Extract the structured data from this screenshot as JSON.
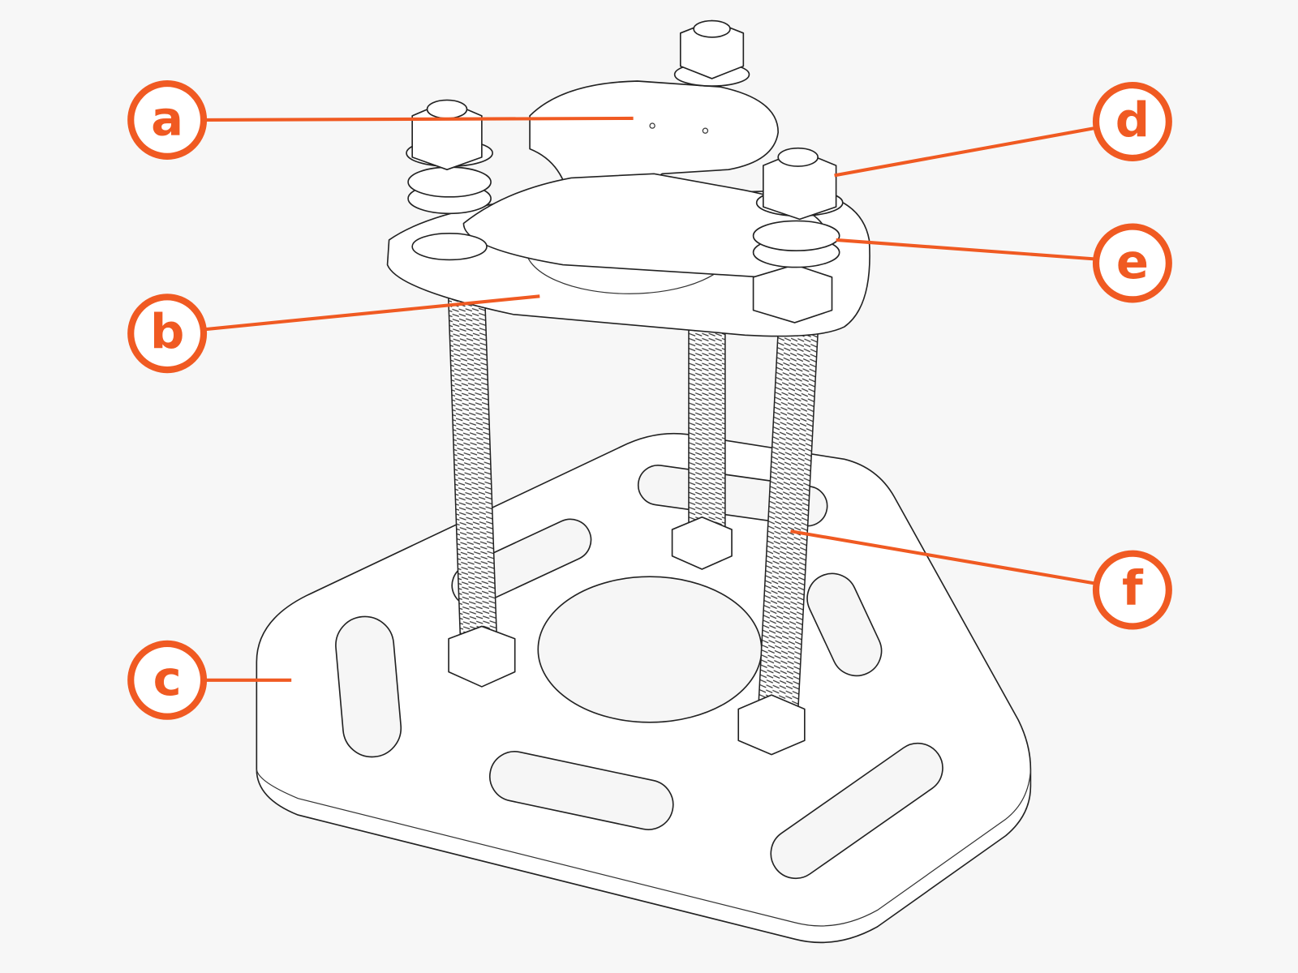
{
  "diagram": {
    "accent_color": "#f05a22",
    "callouts": [
      {
        "id": "a",
        "label": "a"
      },
      {
        "id": "b",
        "label": "b"
      },
      {
        "id": "c",
        "label": "c"
      },
      {
        "id": "d",
        "label": "d"
      },
      {
        "id": "e",
        "label": "e"
      },
      {
        "id": "f",
        "label": "f"
      }
    ]
  }
}
